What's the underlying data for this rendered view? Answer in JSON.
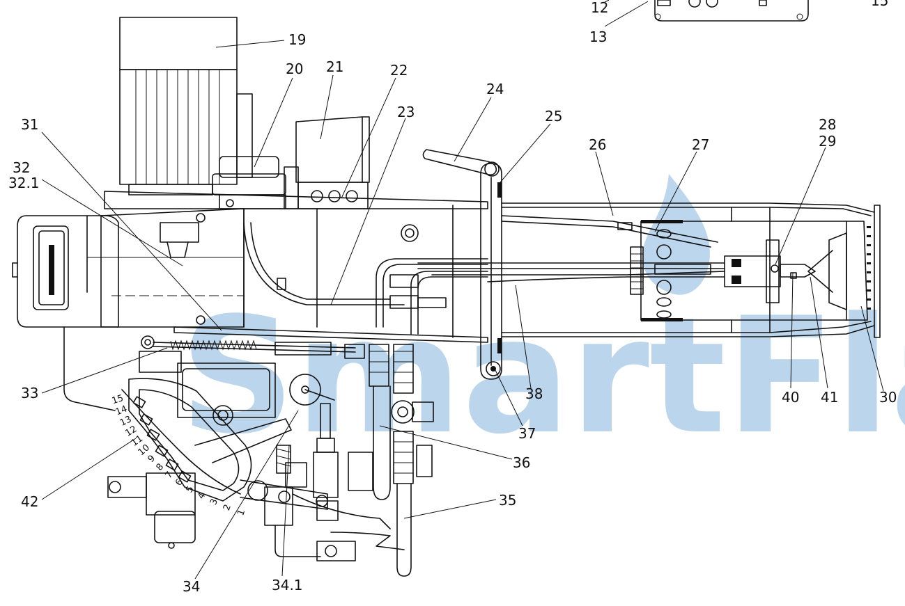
{
  "watermark": "SmartFlam",
  "labels": [
    "12",
    "13",
    "15",
    "19",
    "20",
    "21",
    "22",
    "23",
    "24",
    "25",
    "26",
    "27",
    "28",
    "29",
    "30",
    "31",
    "32",
    "32.1",
    "33",
    "34",
    "34.1",
    "35",
    "36",
    "37",
    "38",
    "40",
    "41",
    "42"
  ],
  "scale_ticks": [
    "15",
    "14",
    "13",
    "12",
    "11",
    "10",
    "9",
    "8",
    "7",
    "6",
    "5",
    "4",
    "3",
    "2",
    "1"
  ]
}
